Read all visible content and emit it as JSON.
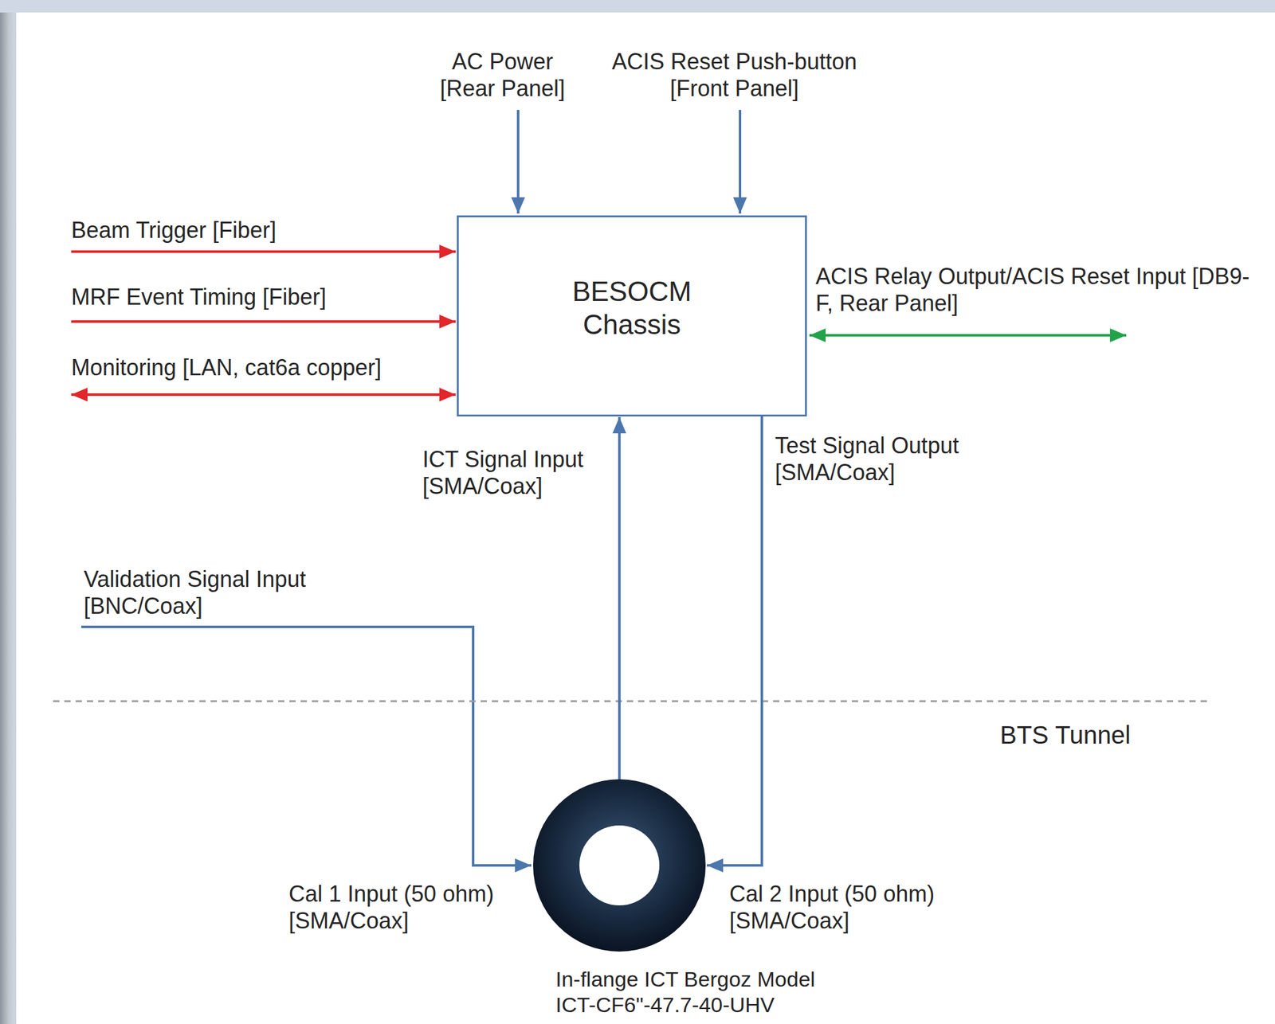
{
  "diagram": {
    "nodes": [
      {
        "text": [
          "BESOCM Chassis"
        ]
      },
      {
        "text": [
          "In-flange ICT Bergoz Model ICT-CF6\"-47.7-40-UHV"
        ]
      }
    ],
    "edges": [
      {
        "from": 1,
        "to": 0,
        "arrow": "to",
        "label": "ICT Signal Input [SMA/Coax]"
      },
      {
        "from": 0,
        "to": 1,
        "arrow": "to",
        "label": "Test Signal Output [SMA/Coax]"
      }
    ],
    "labels": [
      "AC Power [Rear Panel]",
      "ACIS Reset Push-button [Front Panel]",
      "Beam Trigger [Fiber]",
      "MRF Event Timing [Fiber]",
      "Monitoring [LAN, cat6a copper]",
      "ACIS Relay Output/ACIS Reset Input [DB9-F, Rear Panel]",
      "Validation Signal Input [BNC/Coax]",
      "Cal 1 Input (50 ohm) [SMA/Coax]",
      "Cal 2 Input (50 ohm) [SMA/Coax]",
      "BTS Tunnel"
    ]
  }
}
